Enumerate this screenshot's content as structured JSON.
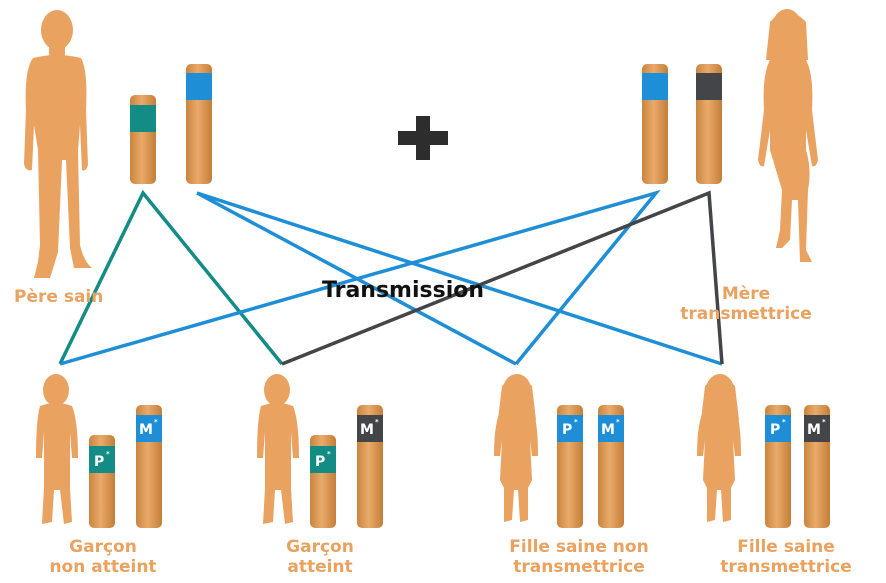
{
  "title": "Transmission",
  "parents": {
    "father_label": "Père sain",
    "mother_label_line1": "Mère",
    "mother_label_line2": "transmettrice"
  },
  "children": [
    {
      "line1": "Garçon",
      "line2": "non atteint",
      "allele1": "P",
      "allele2": "M"
    },
    {
      "line1": "Garçon",
      "line2": "atteint",
      "allele1": "P",
      "allele2": "M"
    },
    {
      "line1": "Fille saine non",
      "line2": "transmettrice",
      "allele1": "P",
      "allele2": "M"
    },
    {
      "line1": "Fille saine",
      "line2": "transmettrice",
      "allele1": "P",
      "allele2": "M"
    }
  ],
  "colors": {
    "body": "#E9A25F",
    "chromosome": "#DD9A5A",
    "teal": "#138C86",
    "blue": "#1E8FD6",
    "dark": "#444549",
    "plus": "#2d2d2d"
  },
  "icons": [
    "father-silhouette",
    "mother-silhouette",
    "boy-silhouette",
    "girl-silhouette",
    "plus-icon"
  ]
}
